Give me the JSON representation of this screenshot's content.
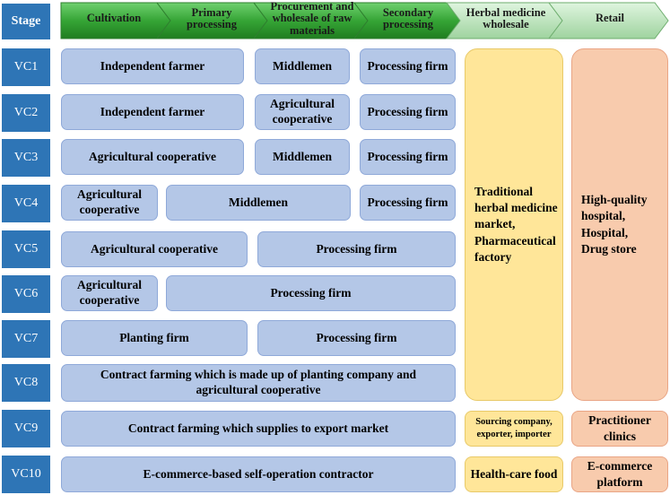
{
  "colors": {
    "stage_blue": "#2e75b6",
    "box_blue": "#b4c7e7",
    "yellow": "#ffe699",
    "orange": "#f8cbad",
    "arrow_green": "#3fae3f"
  },
  "header": {
    "stage": "Stage",
    "steps": [
      "Cultivation",
      "Primary processing",
      "Procurement and wholesale of raw materials",
      "Secondary processing",
      "Herbal medicine wholesale",
      "Retail"
    ]
  },
  "rows": [
    "VC1",
    "VC2",
    "VC3",
    "VC4",
    "VC5",
    "VC6",
    "VC7",
    "VC8",
    "VC9",
    "VC10"
  ],
  "cells": {
    "vc1": [
      "Independent farmer",
      "Middlemen",
      "Processing firm"
    ],
    "vc2": [
      "Independent farmer",
      "Agricultural cooperative",
      "Processing firm"
    ],
    "vc3": [
      "Agricultural cooperative",
      "Middlemen",
      "Processing firm"
    ],
    "vc4": [
      "Agricultural cooperative",
      "Middlemen",
      "Processing firm"
    ],
    "vc5": [
      "Agricultural cooperative",
      "Processing firm"
    ],
    "vc6": [
      "Agricultural cooperative",
      "Processing firm"
    ],
    "vc7": [
      "Planting firm",
      "Processing firm"
    ],
    "vc8": [
      "Contract farming which is made up of planting company and agricultural cooperative"
    ],
    "vc9": [
      "Contract farming which supplies to export market"
    ],
    "vc10": [
      "E-commerce-based self-operation contractor"
    ]
  },
  "wholesale": {
    "main": "Traditional herbal medicine market, Pharmaceutical factory",
    "vc9": "Sourcing company, exporter, importer",
    "vc10": "Health-care food"
  },
  "retail": {
    "main": "High-quality hospital, Hospital, Drug store",
    "vc9": "Practitioner clinics",
    "vc10": "E-commerce platform"
  }
}
